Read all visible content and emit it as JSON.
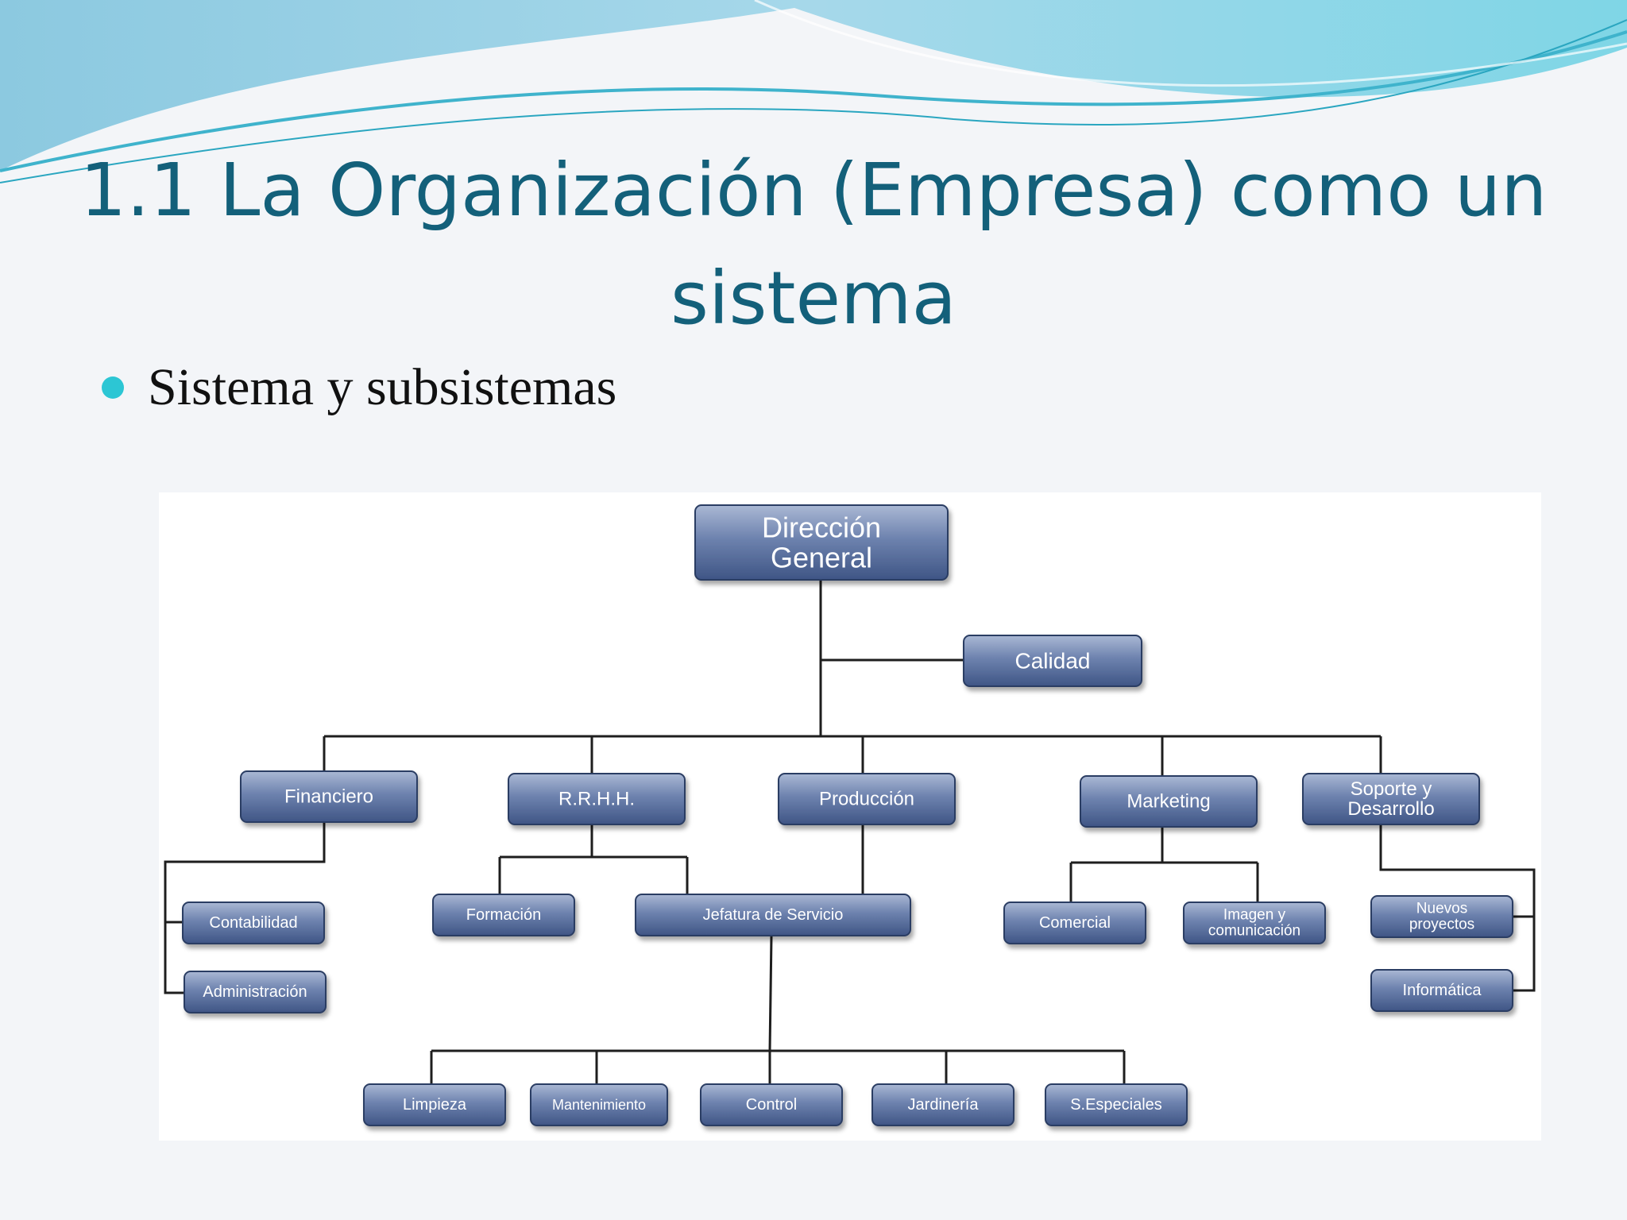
{
  "slide": {
    "title_line1": "1.1 La Organización (Empresa) como un",
    "title_line2": "sistema",
    "bullet": "Sistema y subsistemas",
    "colors": {
      "title": "#13607a",
      "bullet": "#2cc6d4",
      "box_top": "#aab8d4",
      "box_bottom": "#3f5585"
    }
  },
  "org_chart": {
    "nodes": {
      "direccion": [
        "Dirección",
        "General"
      ],
      "calidad": [
        "Calidad"
      ],
      "financiero": [
        "Financiero"
      ],
      "rrhh": [
        "R.R.H.H."
      ],
      "produccion": [
        "Producción"
      ],
      "marketing": [
        "Marketing"
      ],
      "soporte": [
        "Soporte y",
        "Desarrollo"
      ],
      "contabilidad": [
        "Contabilidad"
      ],
      "administracion": [
        "Administración"
      ],
      "formacion": [
        "Formación"
      ],
      "jefatura": [
        "Jefatura de Servicio"
      ],
      "comercial": [
        "Comercial"
      ],
      "imagen": [
        "Imagen y",
        "comunicación"
      ],
      "nuevos": [
        "Nuevos",
        "proyectos"
      ],
      "informatica": [
        "Informática"
      ],
      "limpieza": [
        "Limpieza"
      ],
      "mantenimiento": [
        "Mantenimiento"
      ],
      "control": [
        "Control"
      ],
      "jardineria": [
        "Jardinería"
      ],
      "especiales": [
        "S.Especiales"
      ]
    }
  }
}
